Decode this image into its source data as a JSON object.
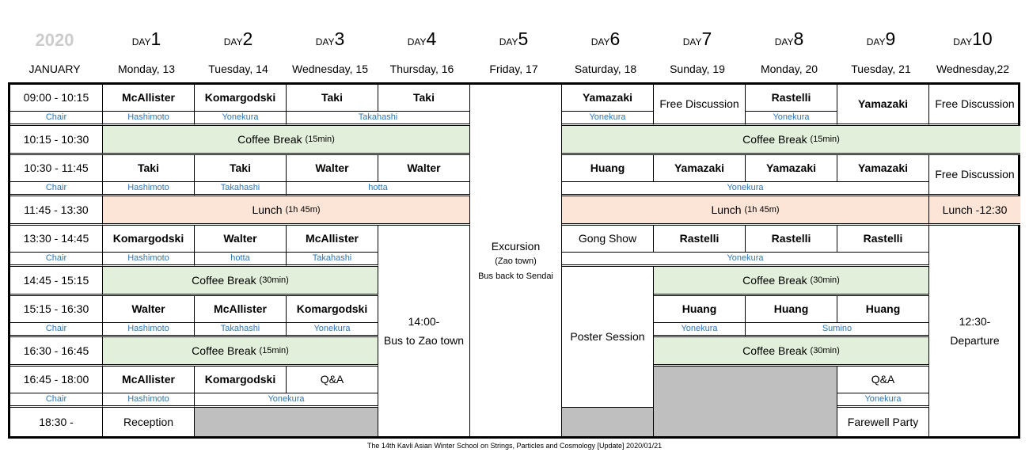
{
  "header": {
    "year": "2020",
    "month": "JANUARY",
    "day_prefix": "DAY",
    "days": [
      {
        "num": "1",
        "date": "Monday, 13"
      },
      {
        "num": "2",
        "date": "Tuesday, 14"
      },
      {
        "num": "3",
        "date": "Wednesday, 15"
      },
      {
        "num": "4",
        "date": "Thursday, 16"
      },
      {
        "num": "5",
        "date": "Friday, 17"
      },
      {
        "num": "6",
        "date": "Saturday, 18"
      },
      {
        "num": "7",
        "date": "Sunday, 19"
      },
      {
        "num": "8",
        "date": "Monday, 20"
      },
      {
        "num": "9",
        "date": "Tuesday, 21"
      },
      {
        "num": "10",
        "date": "Wednesday,22"
      }
    ]
  },
  "times": {
    "t1": "09:00 - 10:15",
    "t2": "10:15 - 10:30",
    "t3": "10:30 - 11:45",
    "t4": "11:45 - 13:30",
    "t5": "13:30 - 14:45",
    "t6": "14:45 - 15:15",
    "t7": "15:15 - 16:30",
    "t8": "16:30 - 16:45",
    "t9": "16:45 - 18:00",
    "t10": "18:30 -"
  },
  "labels": {
    "chair": "Chair",
    "coffee15": "Coffee Break",
    "coffee15_note": "(15min)",
    "coffee30": "Coffee Break",
    "coffee30_note": "(30min)",
    "lunch": "Lunch",
    "lunch_note": "(1h 45m)",
    "lunch_day10": "Lunch -12:30",
    "free_discussion": "Free Discussion",
    "gong_show": "Gong Show",
    "poster_session": "Poster Session",
    "qa": "Q&A",
    "reception": "Reception",
    "farewell": "Farewell Party",
    "excursion_title": "Excursion",
    "excursion_sub": "(Zao town)",
    "excursion_bus": "Bus back to Sendai",
    "bus_zao_time": "14:00-",
    "bus_zao": "Bus to Zao town",
    "departure_time": "12:30-",
    "departure": "Departure"
  },
  "s1": {
    "d1": "McAllister",
    "d2": "Komargodski",
    "d3": "Taki",
    "d4": "Taki",
    "d6": "Yamazaki",
    "d8": "Rastelli",
    "d9": "Yamazaki",
    "c1": "Hashimoto",
    "c2": "Yonekura",
    "c34": "Takahashi",
    "c6": "Yonekura",
    "c8": "Yonekura"
  },
  "s2": {
    "d1": "Taki",
    "d2": "Taki",
    "d3": "Walter",
    "d4": "Walter",
    "d6": "Huang",
    "d7": "Yamazaki",
    "d8": "Yamazaki",
    "d9": "Yamazaki",
    "c1": "Hashimoto",
    "c2": "Takahashi",
    "c34": "hotta",
    "c69": "Yonekura"
  },
  "s3": {
    "d1": "Komargodski",
    "d2": "Walter",
    "d3": "McAllister",
    "d7": "Rastelli",
    "d8": "Rastelli",
    "d9": "Rastelli",
    "c1": "Hashimoto",
    "c2": "hotta",
    "c3": "Takahashi",
    "c69": "Yonekura"
  },
  "s4": {
    "d1": "Walter",
    "d2": "McAllister",
    "d3": "Komargodski",
    "d7": "Huang",
    "d8": "Huang",
    "d9": "Huang",
    "c1": "Hashimoto",
    "c2": "Takahashi",
    "c3": "Yonekura",
    "c7": "Yonekura",
    "c89": "Sumino"
  },
  "s5": {
    "d1": "McAllister",
    "d2": "Komargodski",
    "c1": "Hashimoto",
    "c23": "Yonekura",
    "c9": "Yonekura"
  },
  "footer": "The 14th Kavli Asian Winter School on Strings, Particles and Cosmology [Update] 2020/01/21"
}
